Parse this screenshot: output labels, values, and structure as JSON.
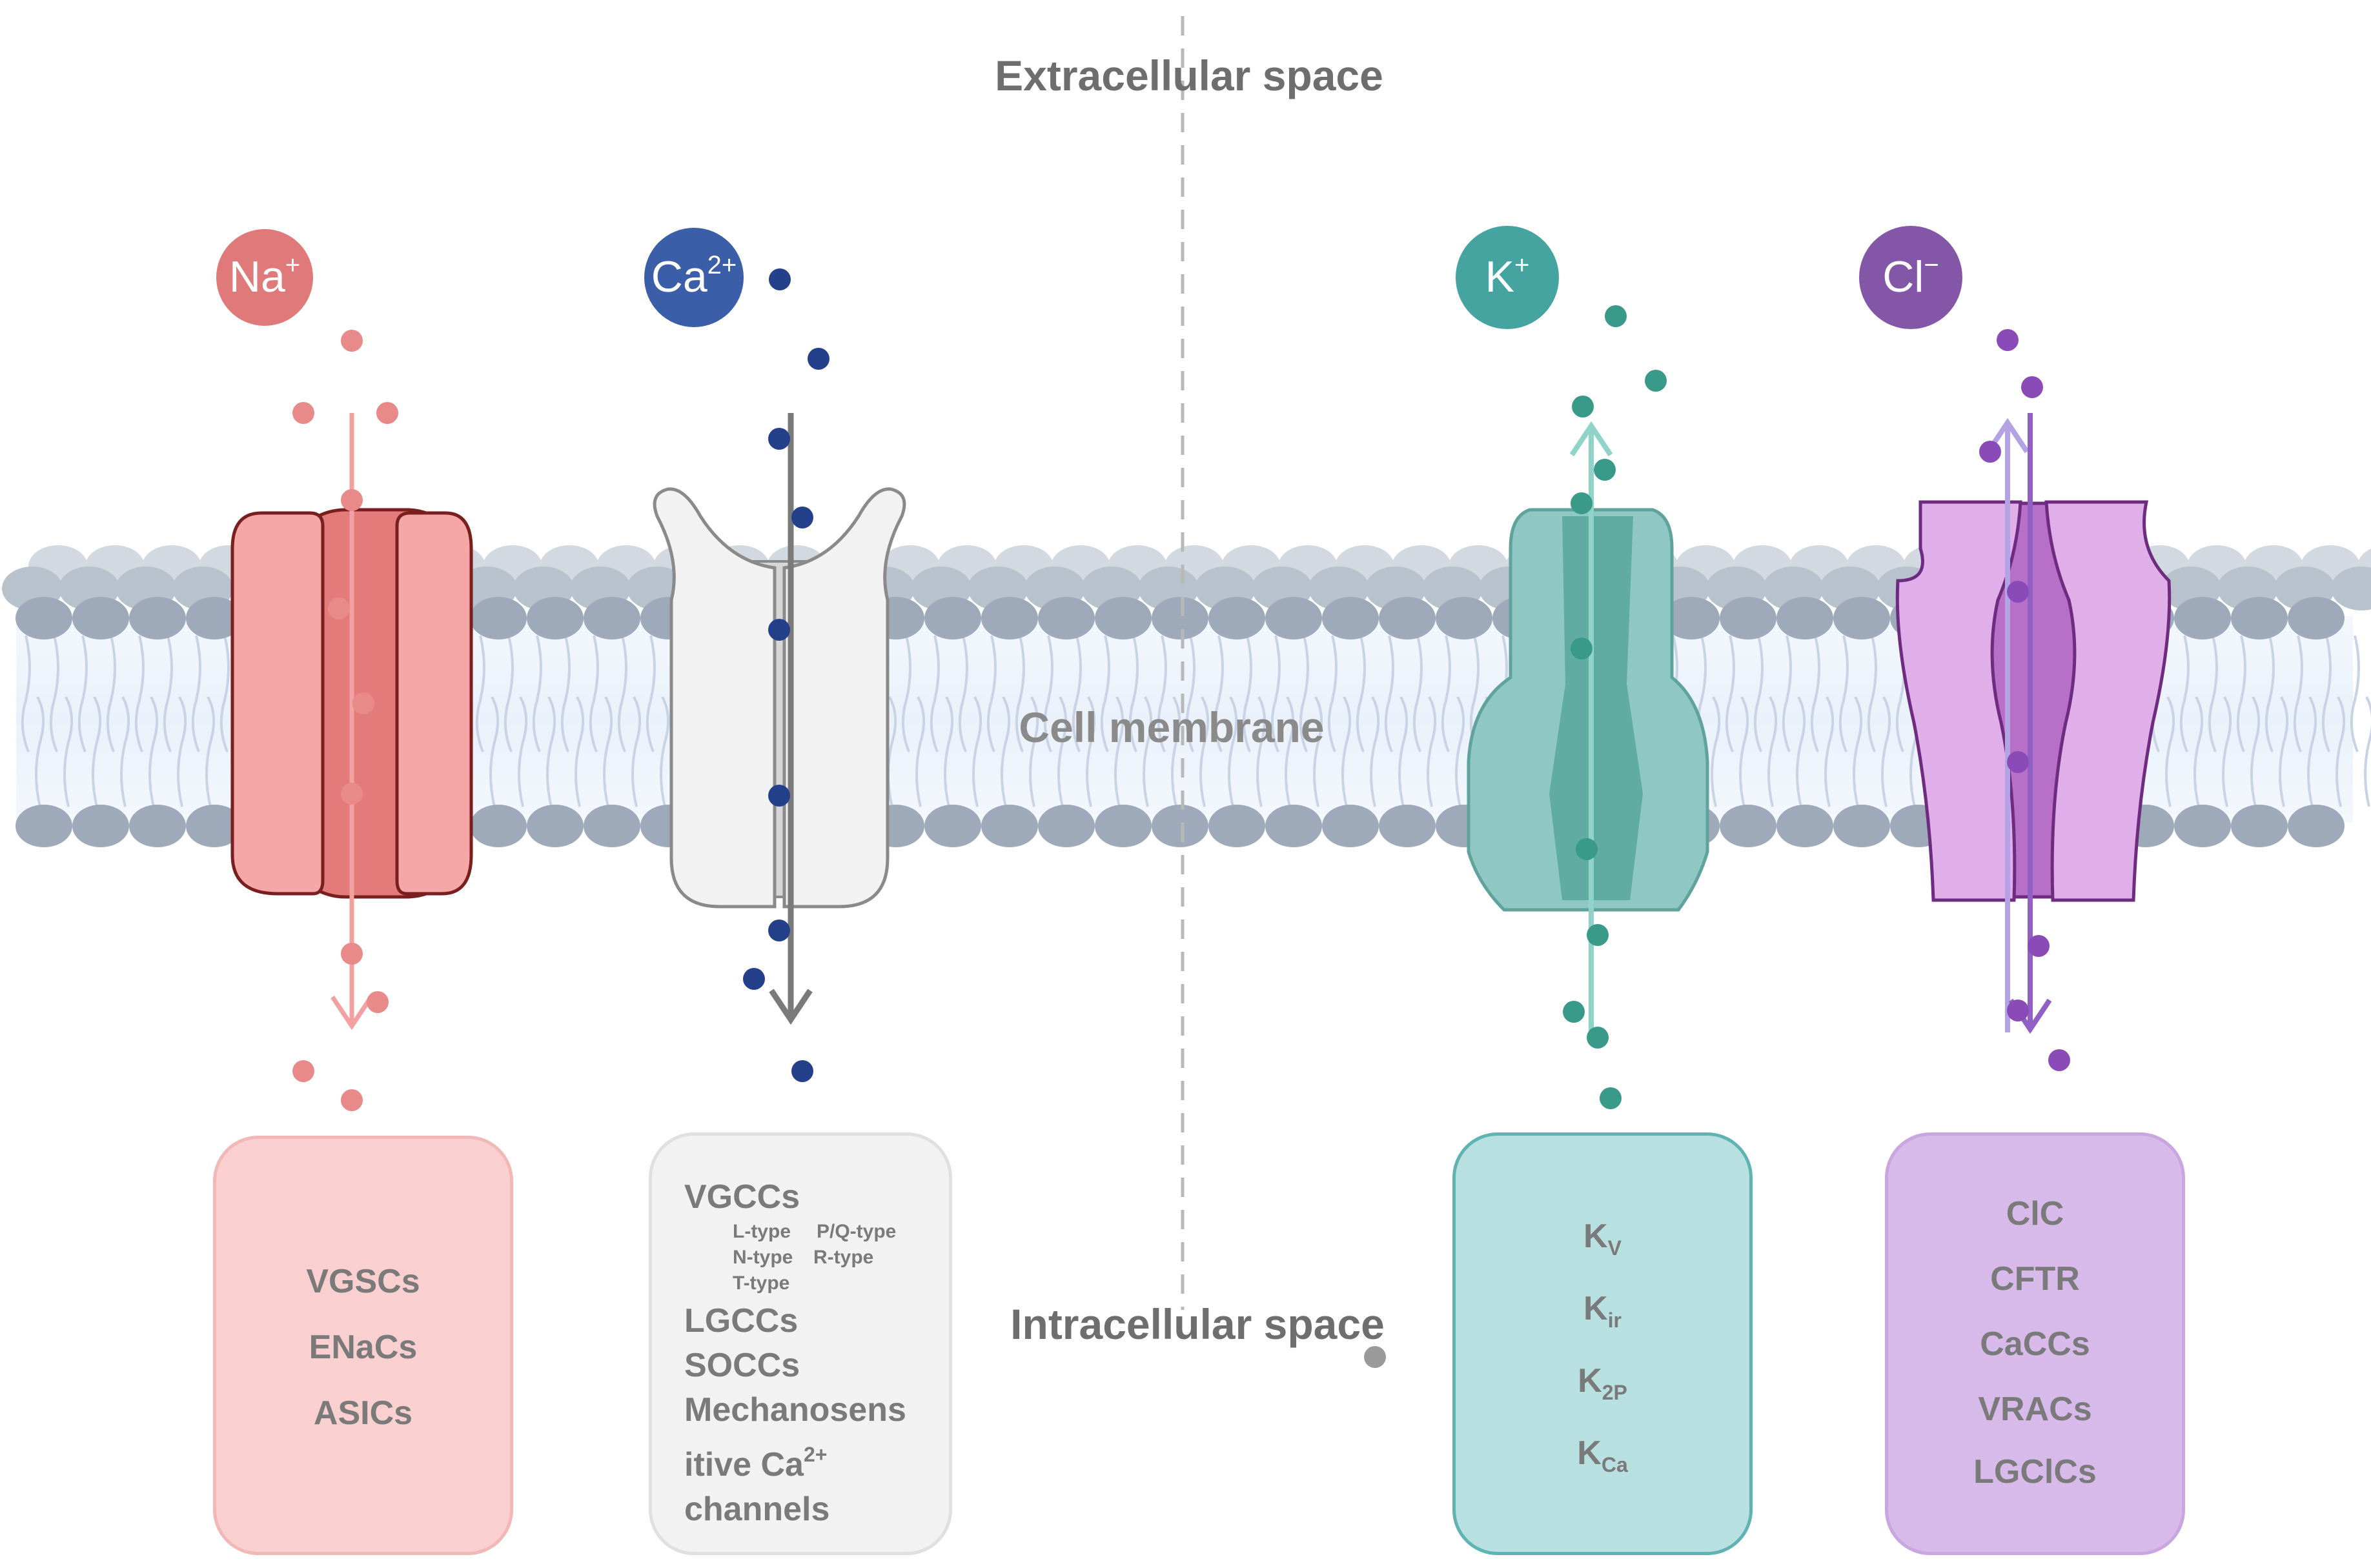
{
  "labels": {
    "extracellular": "Extracellular space",
    "membrane": "Cell membrane",
    "intracellular": "Intracellular space"
  },
  "ions": {
    "na": {
      "base": "Na",
      "charge": "+",
      "color": "#e07a7a"
    },
    "ca": {
      "base": "Ca",
      "charge": "2+",
      "color": "#3a5ea8"
    },
    "k": {
      "base": "K",
      "charge": "+",
      "color": "#45a3a0"
    },
    "cl": {
      "base": "Cl",
      "charge": "−",
      "color": "#8456a8"
    }
  },
  "panels": {
    "na": {
      "items": [
        "VGSCs",
        "ENaCs",
        "ASICs"
      ]
    },
    "ca": {
      "title": "VGCCs",
      "subtypes": [
        "L-type",
        "P/Q-type",
        "N-type",
        "R-type",
        "T-type"
      ],
      "items": [
        "LGCCs",
        "SOCCs",
        "Mechanosens",
        "itive Ca",
        "channels"
      ],
      "items_sup": "2+"
    },
    "k": {
      "items": [
        {
          "base": "K",
          "sub": "V"
        },
        {
          "base": "K",
          "sub": "ir"
        },
        {
          "base": "K",
          "sub": "2P"
        },
        {
          "base": "K",
          "sub": "Ca"
        }
      ]
    },
    "cl": {
      "items": [
        "ClC",
        "CFTR",
        "CaCCs",
        "VRACs",
        "LGClCs"
      ]
    }
  }
}
